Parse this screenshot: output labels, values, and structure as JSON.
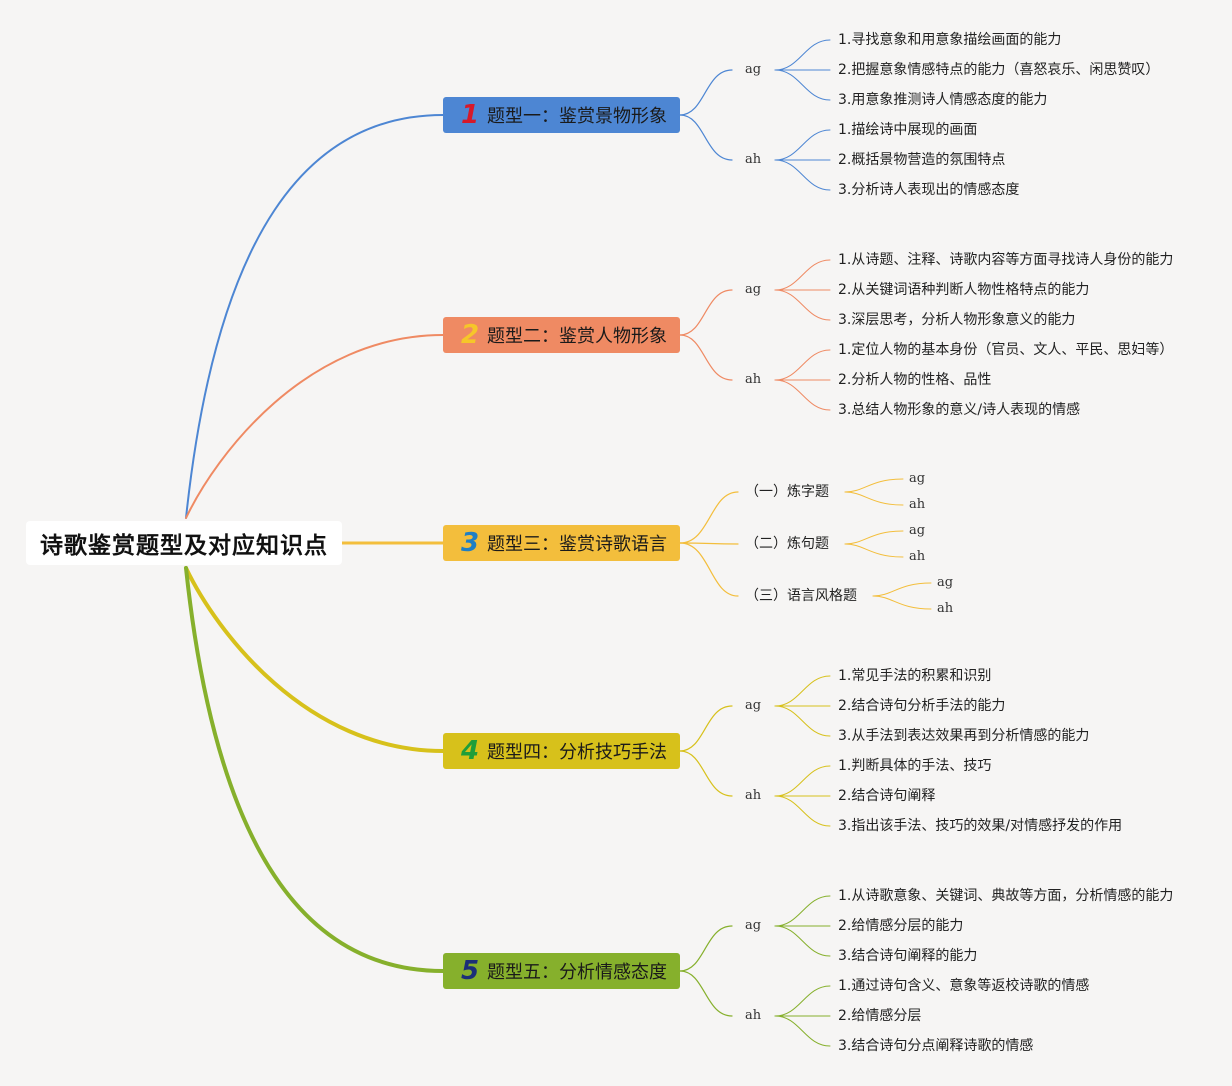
{
  "root": "诗歌鉴赏题型及对应知识点",
  "branches": [
    {
      "num": "1",
      "label": "题型一：鉴赏景物形象",
      "color": "#4d86d3",
      "numcolor": "#d6192a",
      "groups": [
        {
          "label": "ag",
          "items": [
            "1.寻找意象和用意象描绘画面的能力",
            "2.把握意象情感特点的能力（喜怒哀乐、闲思赞叹）",
            "3.用意象推测诗人情感态度的能力"
          ]
        },
        {
          "label": "ah",
          "items": [
            "1.描绘诗中展现的画面",
            "2.概括景物营造的氛围特点",
            "3.分析诗人表现出的情感态度"
          ]
        }
      ]
    },
    {
      "num": "2",
      "label": "题型二：鉴赏人物形象",
      "color": "#ef8a63",
      "numcolor": "#f6c629",
      "groups": [
        {
          "label": "ag",
          "items": [
            "1.从诗题、注释、诗歌内容等方面寻找诗人身份的能力",
            "2.从关键词语种判断人物性格特点的能力",
            "3.深层思考，分析人物形象意义的能力"
          ]
        },
        {
          "label": "ah",
          "items": [
            "1.定位人物的基本身份（官员、文人、平民、思妇等）",
            "2.分析人物的性格、品性",
            "3.总结人物形象的意义/诗人表现的情感"
          ]
        }
      ]
    },
    {
      "num": "3",
      "label": "题型三：鉴赏诗歌语言",
      "color": "#f3be3c",
      "numcolor": "#1f7fc4",
      "subs": [
        {
          "label": "（一）炼字题",
          "items": [
            "ag",
            "ah"
          ]
        },
        {
          "label": "（二）炼句题",
          "items": [
            "ag",
            "ah"
          ]
        },
        {
          "label": "（三）语言风格题",
          "items": [
            "ag",
            "ah"
          ]
        }
      ]
    },
    {
      "num": "4",
      "label": "题型四：分析技巧手法",
      "color": "#d7c11b",
      "numcolor": "#1f9e3a",
      "groups": [
        {
          "label": "ag",
          "items": [
            "1.常见手法的积累和识别",
            "2.结合诗句分析手法的能力",
            "3.从手法到表达效果再到分析情感的能力"
          ]
        },
        {
          "label": "ah",
          "items": [
            "1.判断具体的手法、技巧",
            "2.结合诗句阐释",
            "3.指出该手法、技巧的效果/对情感抒发的作用"
          ]
        }
      ]
    },
    {
      "num": "5",
      "label": "题型五：分析情感态度",
      "color": "#86b02c",
      "numcolor": "#1b2f78",
      "groups": [
        {
          "label": "ag",
          "items": [
            "1.从诗歌意象、关键词、典故等方面，分析情感的能力",
            "2.给情感分层的能力",
            "3.结合诗句阐释的能力"
          ]
        },
        {
          "label": "ah",
          "items": [
            "1.通过诗句含义、意象等返校诗歌的情感",
            "2.给情感分层",
            "3.结合诗句分点阐释诗歌的情感"
          ]
        }
      ]
    }
  ]
}
